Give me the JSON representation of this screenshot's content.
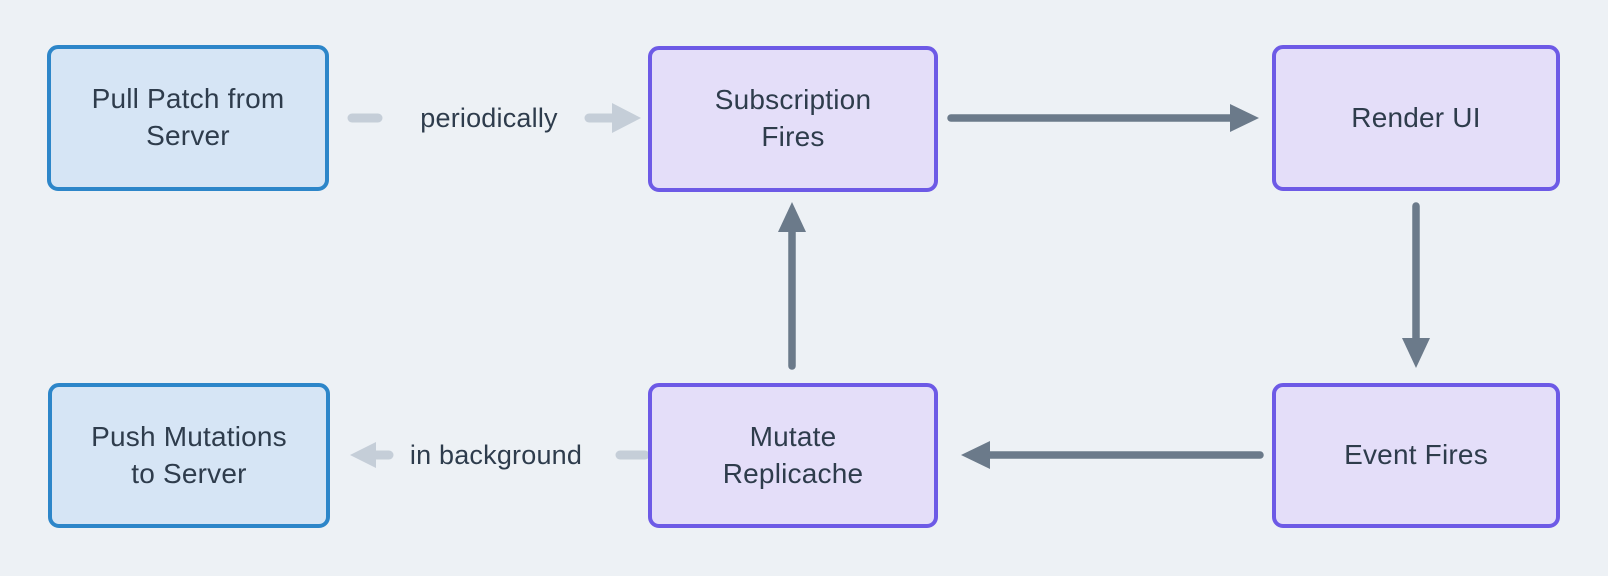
{
  "diagram": {
    "title": "replicache-data-flow",
    "background_color": "#edf1f5",
    "nodes": [
      {
        "id": "pull-patch-from-server",
        "label": "Pull Patch from\nServer",
        "kind": "server",
        "fill": "#d6e5f5",
        "border": "#2d86c9"
      },
      {
        "id": "subscription-fires",
        "label": "Subscription\nFires",
        "kind": "client",
        "fill": "#e4def9",
        "border": "#6d5ae6"
      },
      {
        "id": "render-ui",
        "label": "Render UI",
        "kind": "client",
        "fill": "#e4def9",
        "border": "#6d5ae6"
      },
      {
        "id": "push-mutations-to-server",
        "label": "Push Mutations\nto Server",
        "kind": "server",
        "fill": "#d6e5f5",
        "border": "#2d86c9"
      },
      {
        "id": "mutate-replicache",
        "label": "Mutate\nReplicache",
        "kind": "client",
        "fill": "#e4def9",
        "border": "#6d5ae6"
      },
      {
        "id": "event-fires",
        "label": "Event Fires",
        "kind": "client",
        "fill": "#e4def9",
        "border": "#6d5ae6"
      }
    ],
    "edges": [
      {
        "from": "pull-patch-from-server",
        "to": "subscription-fires",
        "label": "periodically",
        "style": "light-dashed"
      },
      {
        "from": "subscription-fires",
        "to": "render-ui",
        "label": "",
        "style": "dark-solid"
      },
      {
        "from": "render-ui",
        "to": "event-fires",
        "label": "",
        "style": "dark-solid"
      },
      {
        "from": "event-fires",
        "to": "mutate-replicache",
        "label": "",
        "style": "dark-solid"
      },
      {
        "from": "mutate-replicache",
        "to": "subscription-fires",
        "label": "",
        "style": "dark-solid"
      },
      {
        "from": "mutate-replicache",
        "to": "push-mutations-to-server",
        "label": "in background",
        "style": "light-dashed"
      }
    ],
    "colors": {
      "arrow_dark": "#6b7a8a",
      "arrow_light": "#c5ced8",
      "text": "#2e3c4c"
    }
  }
}
